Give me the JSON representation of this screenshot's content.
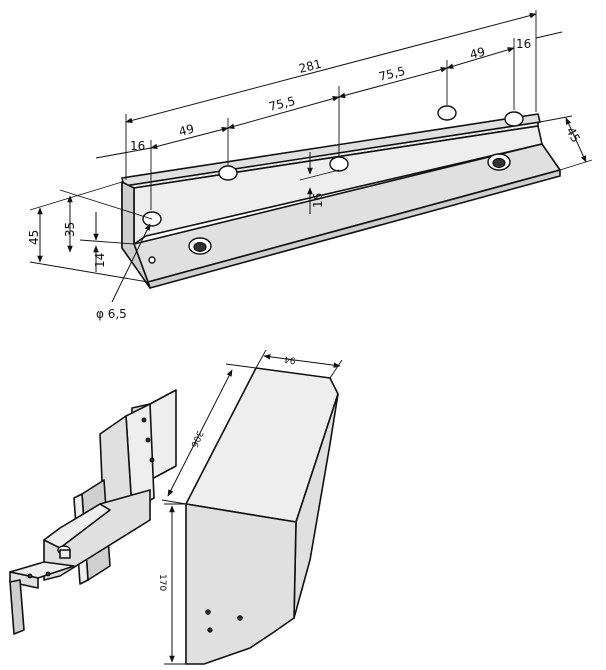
{
  "bracket": {
    "dimensions": {
      "overall_length": "281",
      "edge_left": "16",
      "edge_right": "16",
      "spacing_a": "49",
      "spacing_b": "75,5",
      "spacing_c": "75,5",
      "spacing_d": "49",
      "flange_height": "45",
      "flange_depth": "45",
      "hole_line": "35",
      "hole_offset": "14",
      "center_height": "16",
      "hole_diameter": "φ 6,5"
    }
  },
  "cover_block": {
    "dimensions": {
      "width": "94",
      "length": "306",
      "height": "170"
    }
  },
  "colors": {
    "line": "#111111",
    "fill": "#e0e0e0"
  }
}
